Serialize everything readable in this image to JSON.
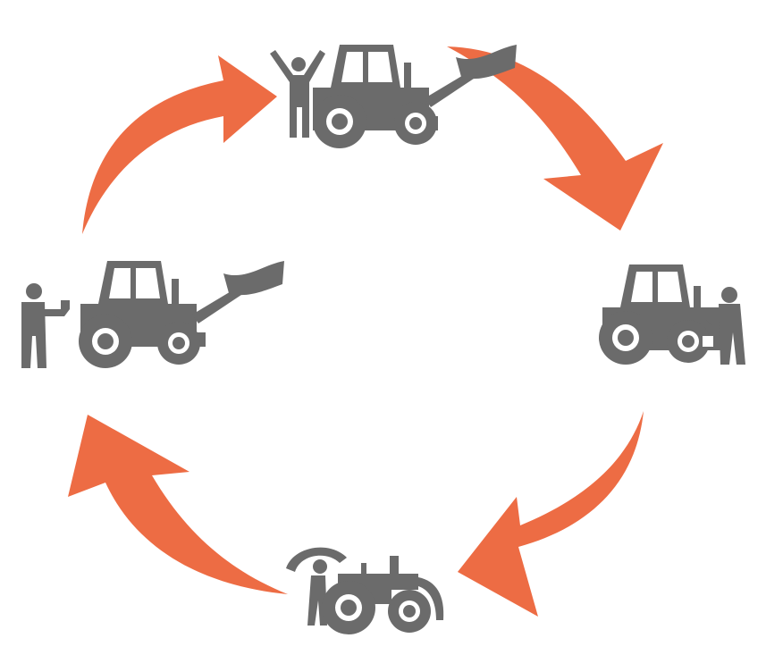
{
  "diagram": {
    "type": "cycle",
    "colors": {
      "arrow": "#ED6C44",
      "icon": "#6B6B6B",
      "background": "#FFFFFF"
    },
    "stages": [
      {
        "id": "top",
        "icon": "operator-celebrating-with-loader-tractor-icon"
      },
      {
        "id": "right",
        "icon": "mechanic-servicing-tractor-engine-icon"
      },
      {
        "id": "bottom",
        "icon": "worker-disassembling-tractor-icon"
      },
      {
        "id": "left",
        "icon": "painter-spraying-loader-tractor-icon"
      }
    ],
    "arrows": [
      {
        "from": "top",
        "to": "right",
        "direction": "clockwise"
      },
      {
        "from": "right",
        "to": "bottom",
        "direction": "clockwise"
      },
      {
        "from": "bottom",
        "to": "left",
        "direction": "clockwise"
      },
      {
        "from": "left",
        "to": "top",
        "direction": "clockwise"
      }
    ]
  }
}
